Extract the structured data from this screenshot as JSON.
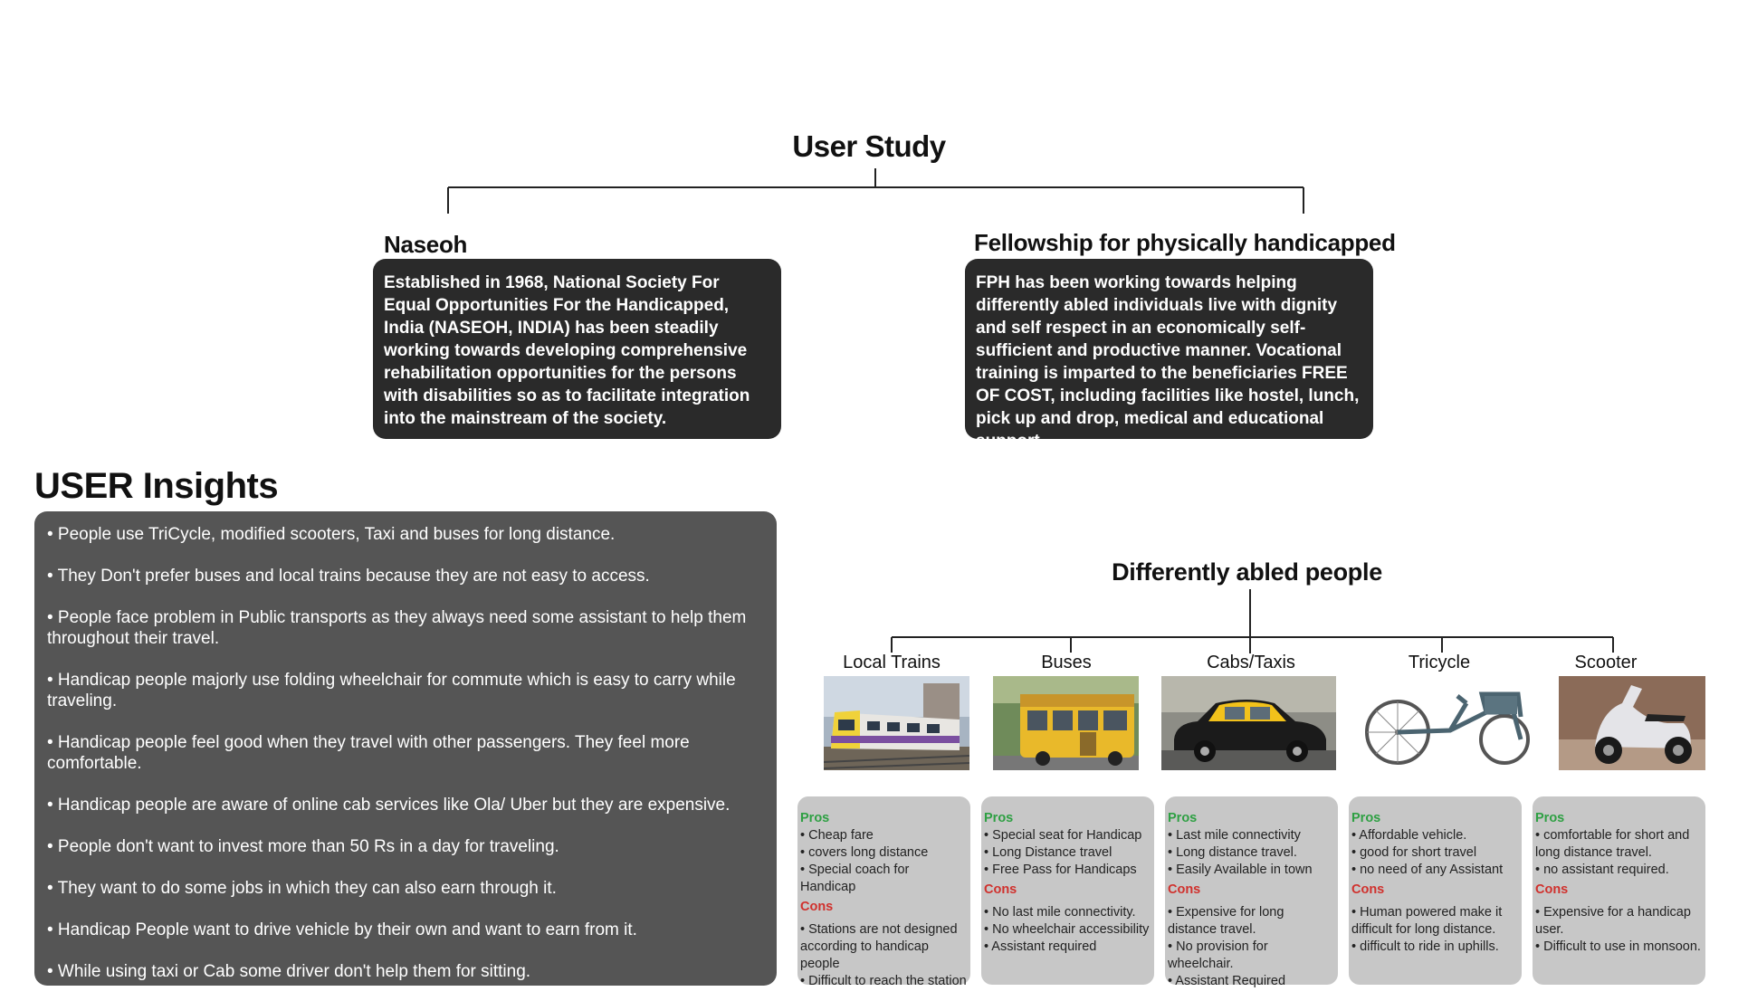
{
  "title": "User Study",
  "orgs": [
    {
      "name": "Naseoh",
      "description": "Established in 1968, National Society For Equal Opportunities For the Handicapped, India (NASEOH, INDIA) has been steadily working towards developing comprehensive rehabilitation opportunities for the persons with disabilities so as to facilitate integration into the mainstream of the society."
    },
    {
      "name": "Fellowship for physically handicapped",
      "description": "FPH has been working towards helping differently abled individuals live with dignity and self respect in an economically self-sufficient and productive manner. Vocational training is imparted to the beneficiaries FREE OF COST, including facilities like hostel, lunch, pick up and drop, medical and educational support."
    }
  ],
  "insights": {
    "title": "USER Insights",
    "items": [
      "• People use TriCycle, modified scooters, Taxi and buses for long distance.",
      "• They Don't prefer buses and local trains because they are not easy to access.",
      "• People face problem in Public transports as they always need some assistant to help them throughout their travel.",
      "• Handicap people majorly use folding wheelchair for commute which is easy to carry while traveling.",
      "• Handicap people feel good when they travel with other passengers. They feel more comfortable.",
      "• Handicap people are aware of online cab services like Ola/ Uber but they are expensive.",
      "• People don't want to invest more than 50 Rs in a day for traveling.",
      "• They want to do some jobs in which they can also earn through it.",
      "• Handicap People want to drive vehicle by their own and want to earn from it.",
      "• While using taxi or Cab some driver don't help them for sitting."
    ]
  },
  "transport": {
    "title": "Differently abled people",
    "pros_label": "Pros",
    "cons_label": "Cons",
    "modes": [
      {
        "label": "Local Trains",
        "pros": [
          "• Cheap fare",
          "• covers long distance",
          "• Special coach for Handicap"
        ],
        "cons": [
          "• Stations are not designed according to handicap people",
          "• Difficult to reach the station"
        ]
      },
      {
        "label": "Buses",
        "pros": [
          "• Special seat for Handicap",
          "• Long Distance travel",
          "• Free Pass for Handicaps"
        ],
        "cons": [
          "• No last mile connectivity.",
          "• No wheelchair accessibility",
          "• Assistant required"
        ]
      },
      {
        "label": "Cabs/Taxis",
        "pros": [
          "• Last mile connectivity",
          "• Long distance travel.",
          "• Easily Available in town"
        ],
        "cons": [
          "• Expensive for long distance travel.",
          "• No provision for wheelchair.",
          "• Assistant Required"
        ]
      },
      {
        "label": "Tricycle",
        "pros": [
          "• Affordable vehicle.",
          "• good for short travel",
          "• no need of any Assistant"
        ],
        "cons": [
          "• Human powered make it difficult for long distance.",
          "• difficult to ride in uphills."
        ]
      },
      {
        "label": "Scooter",
        "pros": [
          "• comfortable for short and long distance travel.",
          "• no assistant required."
        ],
        "cons": [
          "• Expensive for a handicap user.",
          "• Difficult to use in monsoon."
        ]
      }
    ]
  }
}
